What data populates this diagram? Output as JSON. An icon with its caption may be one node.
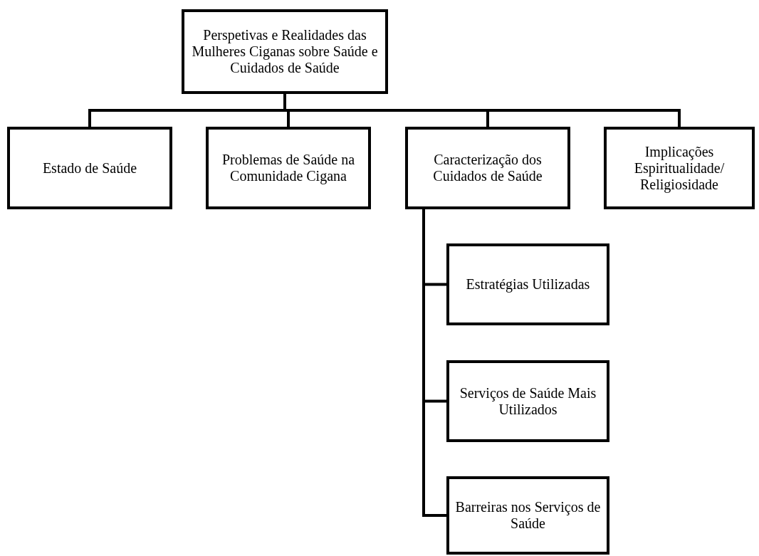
{
  "diagram": {
    "nodes": [
      {
        "text": [
          "Perspetivas e Realidades das Mulheres Ciganas sobre Saúde e Cuidados de Saúde"
        ]
      },
      {
        "text": [
          "Estado de Saúde"
        ]
      },
      {
        "text": [
          "Problemas de Saúde na Comunidade Cigana"
        ]
      },
      {
        "text": [
          "Caracterização dos Cuidados de Saúde"
        ]
      },
      {
        "text": [
          "Implicações Espiritualidade/ Religiosidade"
        ]
      },
      {
        "text": [
          "Estratégias Utilizadas"
        ]
      },
      {
        "text": [
          "Serviços de Saúde Mais Utilizados"
        ]
      },
      {
        "text": [
          "Barreiras nos Serviços de Saúde"
        ]
      }
    ],
    "edges": [
      {
        "from": 0,
        "to": 1,
        "arrow": "none"
      },
      {
        "from": 0,
        "to": 2,
        "arrow": "none"
      },
      {
        "from": 0,
        "to": 3,
        "arrow": "none"
      },
      {
        "from": 0,
        "to": 4,
        "arrow": "none"
      },
      {
        "from": 3,
        "to": 5,
        "arrow": "none"
      },
      {
        "from": 3,
        "to": 6,
        "arrow": "none"
      },
      {
        "from": 3,
        "to": 7,
        "arrow": "none"
      }
    ]
  }
}
